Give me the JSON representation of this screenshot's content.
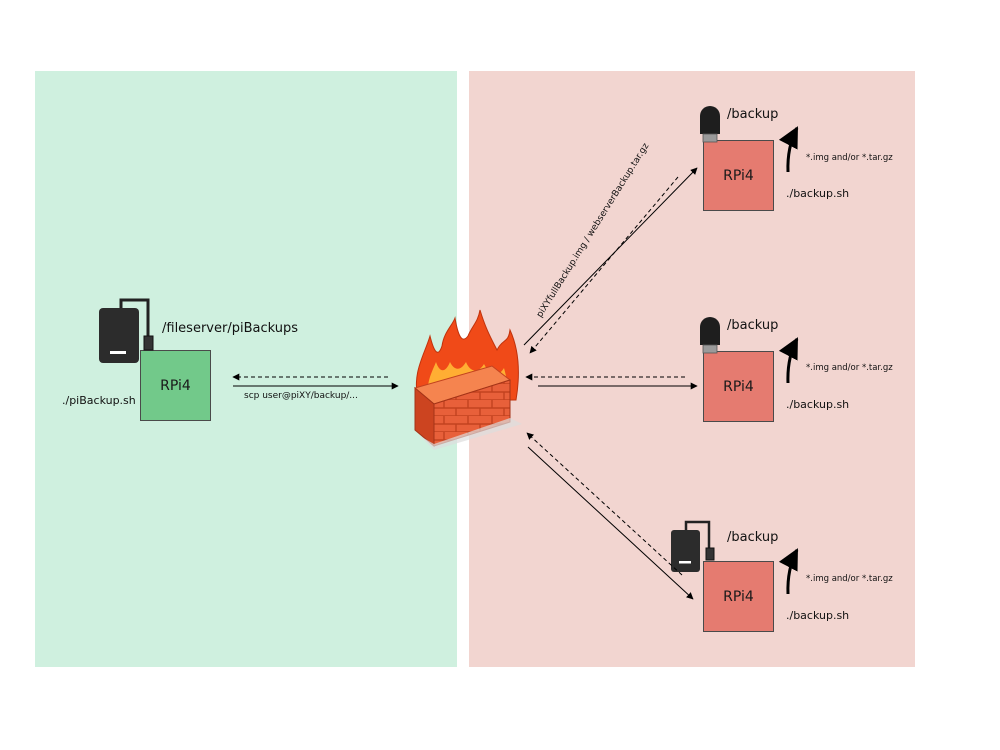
{
  "local": {
    "device": "RPi4",
    "path": "/fileserver/piBackups",
    "script": "./piBackup.sh",
    "command": "scp user@piXY/backup/..."
  },
  "remote": {
    "transfer_label": "piXYfullBackup.img / webserverBackup.tar.gz",
    "nodes": [
      {
        "device": "RPi4",
        "path": "/backup",
        "script": "./backup.sh",
        "files": "*.img and/or *.tar.gz",
        "storage_icon": "usb-stick-icon"
      },
      {
        "device": "RPi4",
        "path": "/backup",
        "script": "./backup.sh",
        "files": "*.img and/or *.tar.gz",
        "storage_icon": "usb-stick-icon"
      },
      {
        "device": "RPi4",
        "path": "/backup",
        "script": "./backup.sh",
        "files": "*.img and/or *.tar.gz",
        "storage_icon": "external-drive-icon"
      }
    ]
  },
  "colors": {
    "local_zone": "#cff0df",
    "remote_zone": "#f2d5d0",
    "local_device": "#72c98a",
    "remote_device": "#e57b70",
    "firewall_brick": "#e8603a",
    "flame": "#f04a18"
  }
}
